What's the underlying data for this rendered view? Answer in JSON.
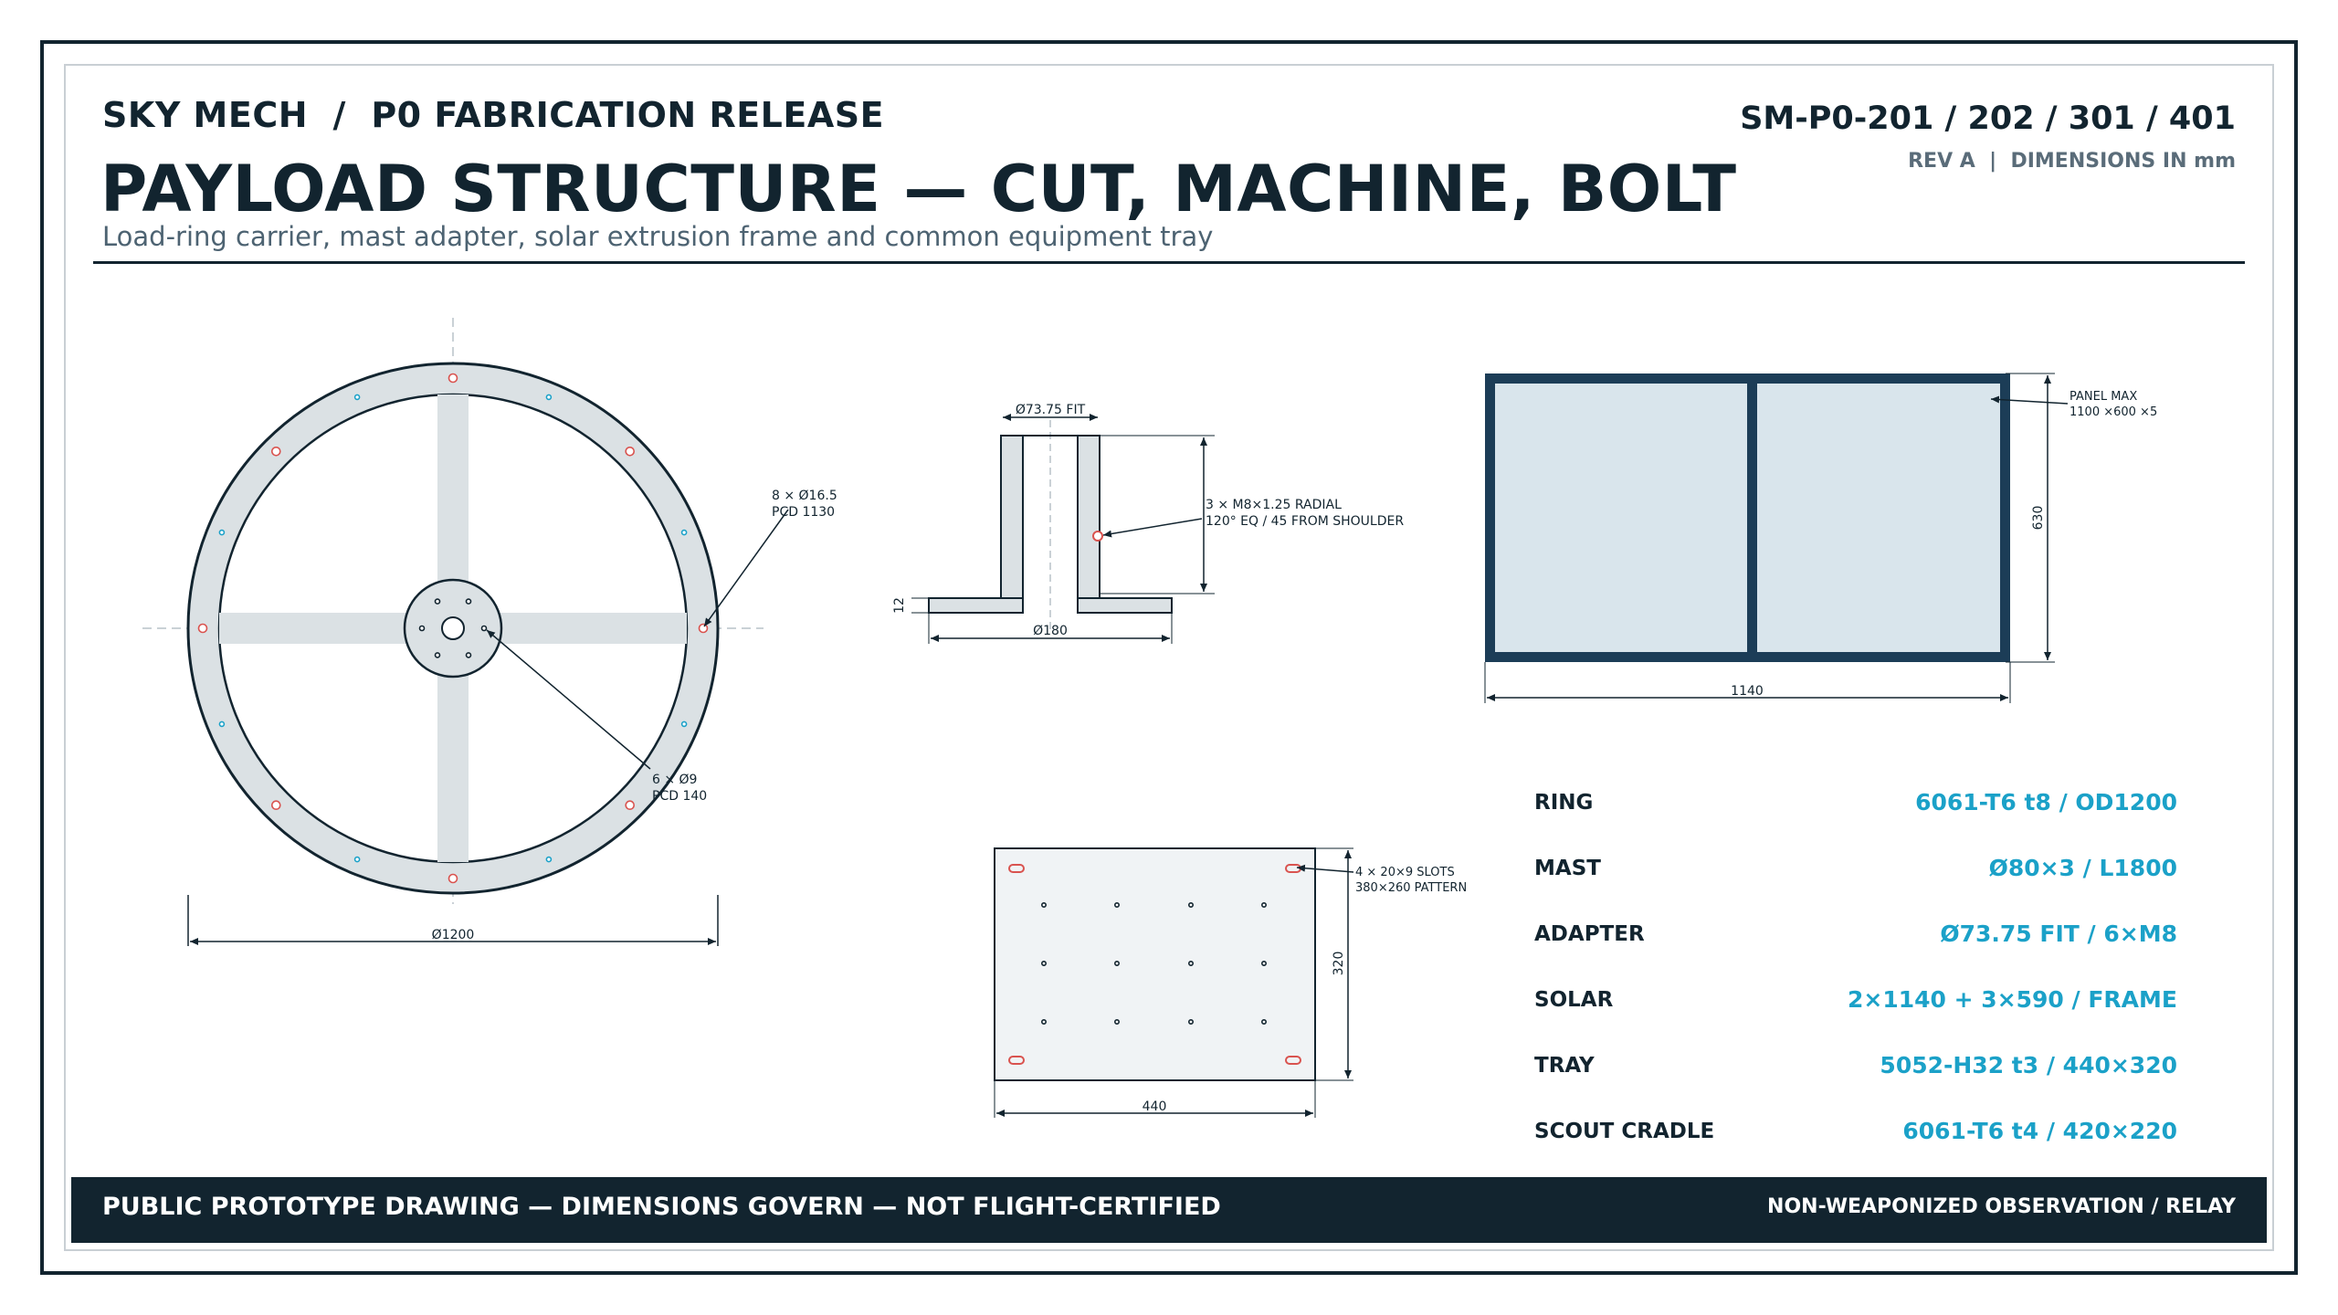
{
  "header": {
    "kicker": "SKY MECH  /  P0 FABRICATION RELEASE",
    "title": "PAYLOAD STRUCTURE — CUT, MACHINE, BOLT",
    "subtitle": "Load-ring carrier, mast adapter, solar extrusion frame and common equipment tray",
    "drawing_numbers": "SM-P0-201 / 202 / 301 / 401",
    "revision": "REV A  |  DIMENSIONS IN mm"
  },
  "ring_view": {
    "callout_bolts_line1": "8 × Ø16.5",
    "callout_bolts_line2": "PCD 1130",
    "callout_hub_line1": "6 × Ø9",
    "callout_hub_line2": "PCD 140",
    "dim_diameter": "Ø1200"
  },
  "mast_view": {
    "dim_fit": "Ø73.75 FIT",
    "callout_line1": "3 × M8×1.25 RADIAL",
    "callout_line2": "120° EQ / 45 FROM SHOULDER",
    "dim_flange_thickness": "12",
    "dim_flange_diameter": "Ø180"
  },
  "solar_view": {
    "callout_line1": "PANEL MAX",
    "callout_line2": "1100 ×600 ×5",
    "dim_height": "630",
    "dim_width": "1140"
  },
  "tray_view": {
    "callout_line1": "4 × 20×9 SLOTS",
    "callout_line2": "380×260 PATTERN",
    "dim_height": "320",
    "dim_width": "440"
  },
  "specs": [
    {
      "label": "RING",
      "value": "6061-T6 t8 / OD1200"
    },
    {
      "label": "MAST",
      "value": "Ø80×3 / L1800"
    },
    {
      "label": "ADAPTER",
      "value": "Ø73.75 FIT / 6×M8"
    },
    {
      "label": "SOLAR",
      "value": "2×1140 + 3×590 / FRAME"
    },
    {
      "label": "TRAY",
      "value": "5052-H32 t3 / 440×320"
    },
    {
      "label": "SCOUT CRADLE",
      "value": "6061-T6 t4 / 420×220"
    }
  ],
  "footer": {
    "left": "PUBLIC PROTOTYPE DRAWING — DIMENSIONS GOVERN — NOT FLIGHT-CERTIFIED",
    "right": "NON-WEAPONIZED OBSERVATION / RELAY"
  },
  "colors": {
    "ink": "#12242f",
    "accent": "#1ba1c8",
    "bolt_hole": "#d9534f",
    "panel_fill": "#d9e5ec",
    "part_fill": "#dbe1e4",
    "frame_profile": "#1c3d57"
  }
}
